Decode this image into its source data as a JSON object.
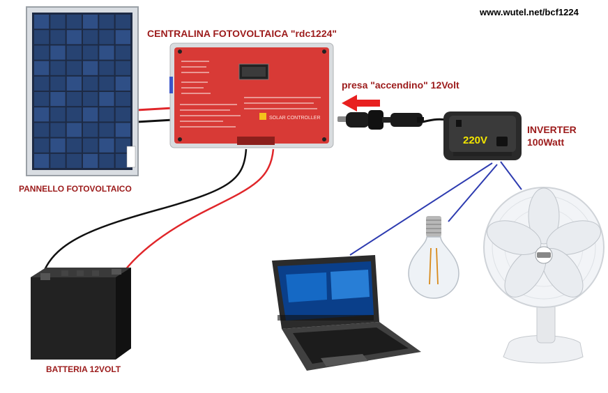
{
  "website": "www.wutel.net/bcf1224",
  "labels": {
    "controller": "CENTRALINA FOTOVOLTAICA \"rdc1224\"",
    "panel": "PANNELLO FOTOVOLTAICO",
    "battery": "BATTERIA 12VOLT",
    "socket": "presa \"accendino\" 12Volt",
    "inverter_voltage": "220V",
    "inverter_name": "INVERTER",
    "inverter_power": "100Watt",
    "controller_brand": "SOLAR CONTROLLER"
  },
  "colors": {
    "label_red": "#9c1b1b",
    "controller_body": "#d83a36",
    "wire_red": "#e0262a",
    "wire_black": "#111111",
    "wire_blue": "#2d3bb0",
    "arrow": "#e8201f",
    "inverter_text": "#f2e500"
  },
  "icons": [
    "solar-panel-icon",
    "charge-controller-icon",
    "battery-icon",
    "car-plug-icon",
    "inverter-icon",
    "laptop-icon",
    "light-bulb-icon",
    "fan-icon"
  ]
}
